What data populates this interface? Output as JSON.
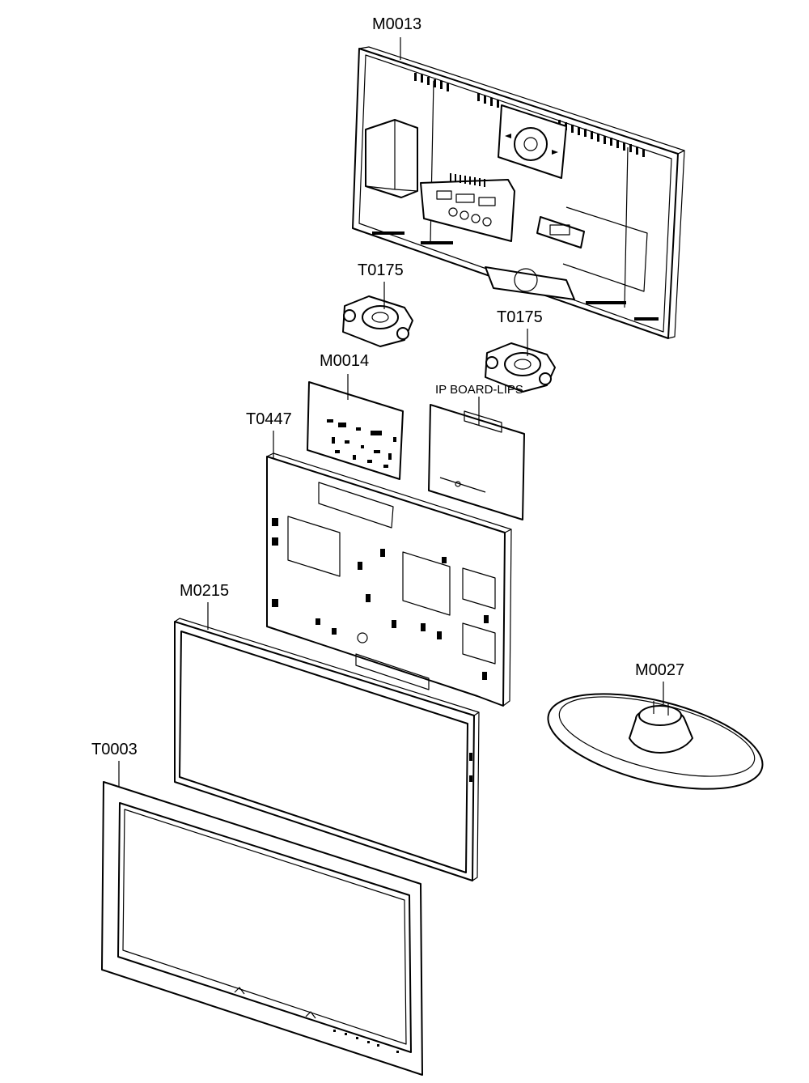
{
  "labels": {
    "m0013": "M0013",
    "t0175_left": "T0175",
    "t0175_right": "T0175",
    "m0014": "M0014",
    "ip_board": "IP BOARD-LIPS",
    "t0447": "T0447",
    "m0215": "M0215",
    "m0027": "M0027",
    "t0003": "T0003"
  }
}
